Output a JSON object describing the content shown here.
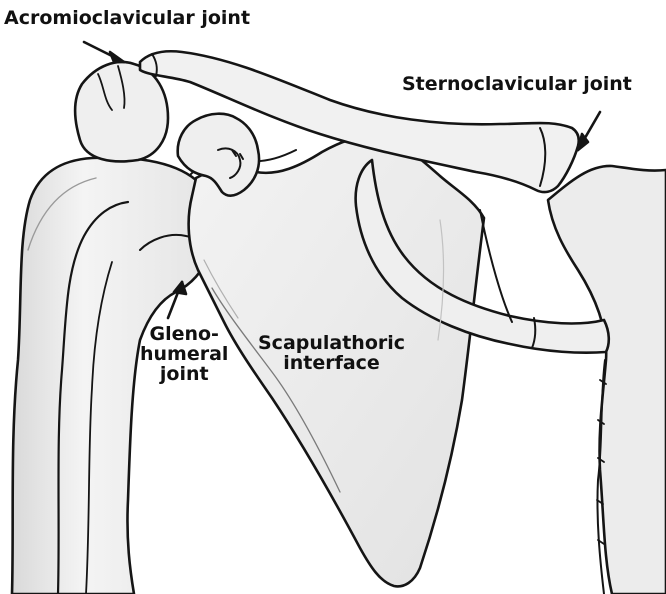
{
  "labels": {
    "acromioclavicular": "Acromioclavicular joint",
    "sternoclavicular": "Sternoclavicular joint",
    "glenohumeral": [
      "Gleno-",
      "humeral",
      "joint"
    ],
    "scapulothoracic": [
      "Scapulathoric",
      "interface"
    ]
  },
  "colors": {
    "bone_fill": "#eeeeee",
    "bone_light": "#f8f8f8",
    "outline": "#151515",
    "shadow": "#bdbdbd",
    "text": "#111111"
  }
}
